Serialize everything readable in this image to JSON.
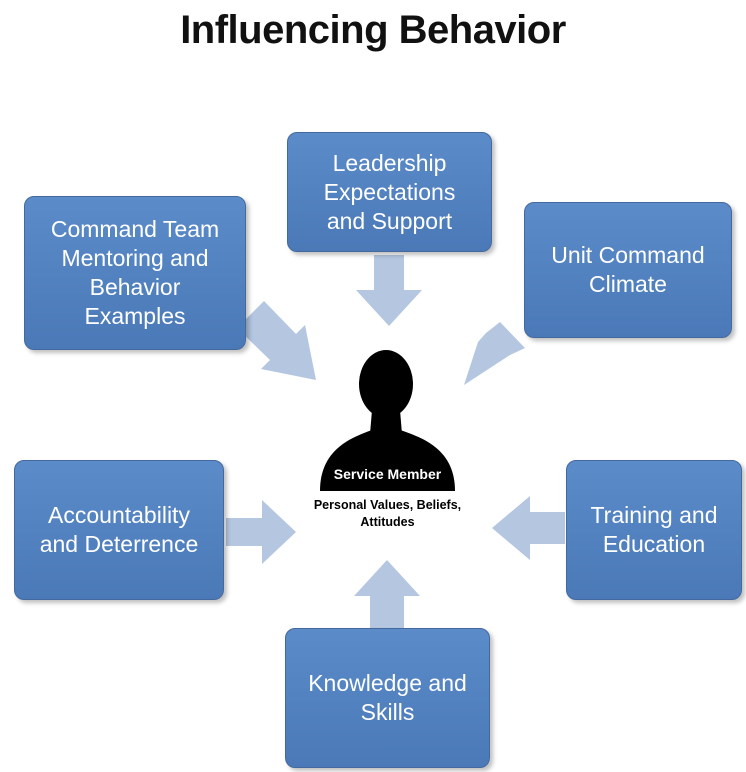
{
  "title": "Influencing Behavior",
  "center": {
    "label": "Service Member",
    "sublabel": "Personal Values, Beliefs,\nAttitudes"
  },
  "boxes": {
    "leadership": "Leadership\nExpectations\nand Support",
    "mentoring": "Command Team\nMentoring and\nBehavior\nExamples",
    "climate": "Unit Command\nClimate",
    "accountability": "Accountability\nand Deterrence",
    "training": "Training and\nEducation",
    "knowledge": "Knowledge and\nSkills"
  },
  "colors": {
    "box": "#4f7fbf",
    "arrow": "#b4c6e0",
    "silhouette": "#000000"
  }
}
